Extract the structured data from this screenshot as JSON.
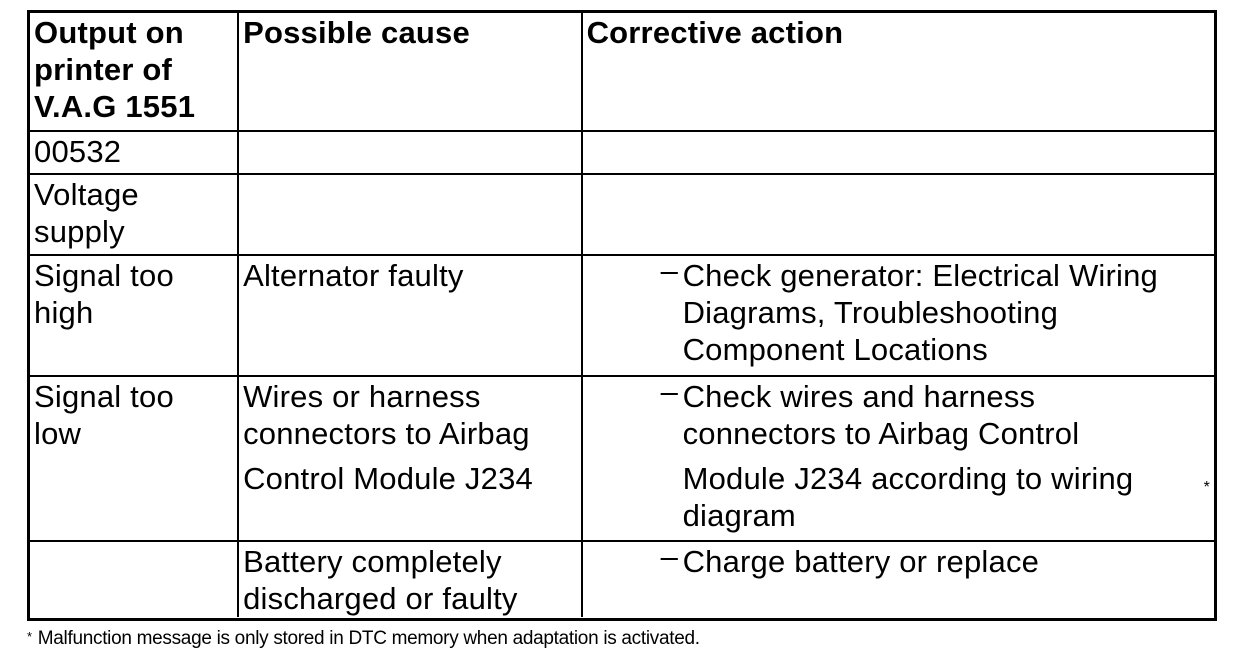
{
  "table": {
    "headers": [
      "Output on printer of V.A.G 1551",
      "Possible cause",
      "Corrective action"
    ],
    "header_lines": [
      "Output on",
      "printer of",
      "V.A.G 1551"
    ],
    "rows": [
      {
        "output": "00532",
        "cause": "",
        "action": ""
      },
      {
        "output_lines": [
          "Voltage",
          "supply"
        ],
        "cause": "",
        "action": ""
      },
      {
        "output_lines": [
          "Signal too",
          "high"
        ],
        "cause": "Alternator faulty",
        "action_lines": [
          "Check generator: Electrical Wiring",
          "Diagrams, Troubleshooting",
          "Component Locations"
        ]
      },
      {
        "output_lines": [
          "Signal too",
          "low"
        ],
        "cause_lines": [
          "Wires or harness",
          "connectors to Airbag",
          "Control Module J234"
        ],
        "action_lines": [
          "Check wires and harness",
          "connectors to Airbag Control",
          "Module J234 according to wiring",
          "diagram"
        ],
        "marker": "*"
      },
      {
        "output": "",
        "cause_lines": [
          "Battery completely",
          "discharged or faulty"
        ],
        "action_lines": [
          "Charge battery or replace"
        ]
      }
    ],
    "dash": "–"
  },
  "footnote": {
    "marker": "*",
    "text": "Malfunction message is only stored in DTC memory when adaptation is activated."
  }
}
